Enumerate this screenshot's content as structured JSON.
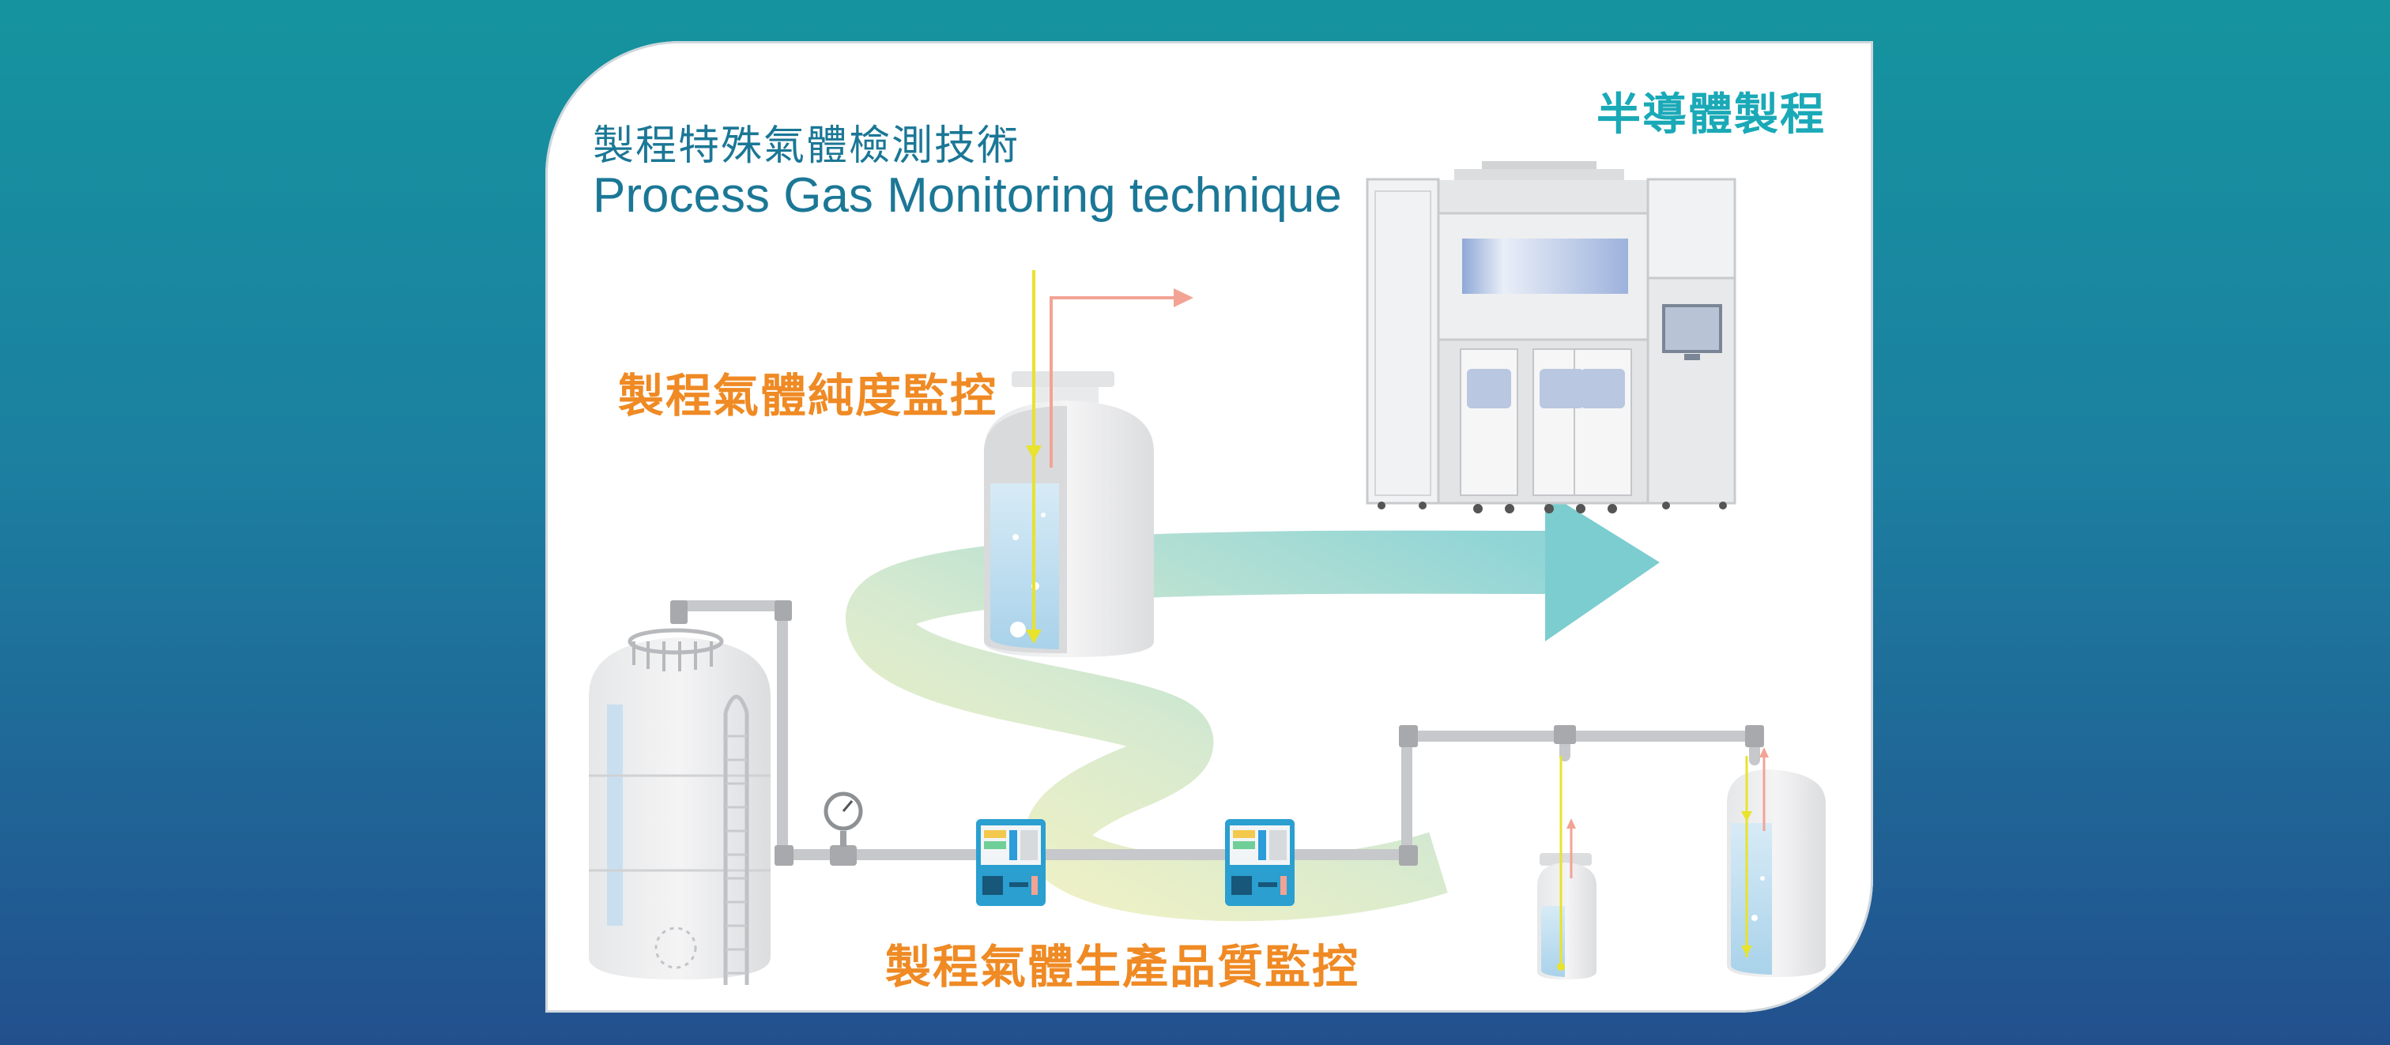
{
  "title": {
    "zh": "製程特殊氣體檢測技術",
    "en": "Process Gas Monitoring technique"
  },
  "labels": {
    "semiconductor_process": "半導體製程",
    "purity_monitoring": "製程氣體純度監控",
    "quality_monitoring": "製程氣體生產品質監控"
  },
  "icons": [
    "storage-tank-icon",
    "pressure-gauge-icon",
    "gas-analyzer-icon",
    "gas-cylinder-icon",
    "semiconductor-tool-icon",
    "flow-arrow-icon"
  ],
  "colors": {
    "background_top": "#15949f",
    "background_bottom": "#22508e",
    "title": "#1b7796",
    "accent_orange": "#ef8a24",
    "accent_teal": "#1aa9b7",
    "flow_arrow": "#7ccdcf",
    "laser_yellow": "#e8e32c",
    "laser_pink": "#f2a394"
  }
}
